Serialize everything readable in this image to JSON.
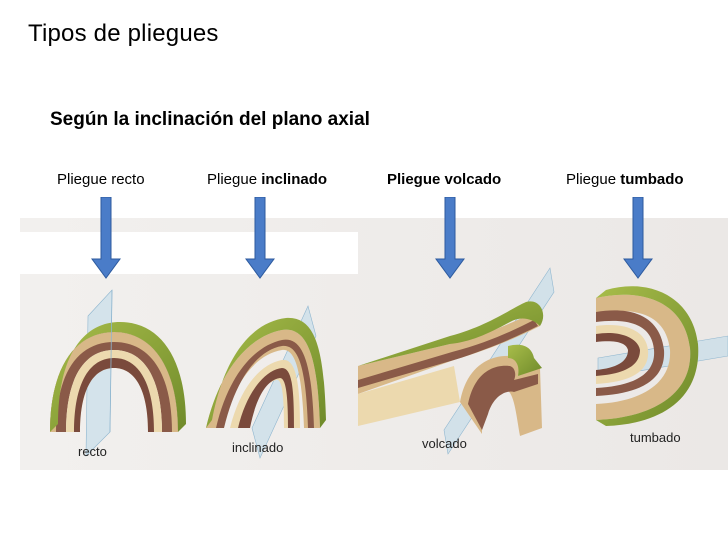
{
  "slide": {
    "title": "Tipos de pliegues",
    "subtitle": "Según la inclinación del plano axial"
  },
  "columns": [
    {
      "label_prefix": "Pliegue recto",
      "label_bold": "",
      "figure_label": "recto"
    },
    {
      "label_prefix": "Pliegue ",
      "label_bold": "inclinado",
      "figure_label": "inclinado"
    },
    {
      "label_prefix": "",
      "label_bold": "Pliegue volcado",
      "figure_label": "volcado"
    },
    {
      "label_prefix": "Pliegue ",
      "label_bold": "tumbado",
      "figure_label": "tumbado"
    }
  ],
  "colors": {
    "arrow": "#4a7cc8",
    "arrow_stroke": "#2d5a9e",
    "grass": "#8fa83a",
    "layer_brown": "#8a5a48",
    "layer_tan": "#d8b888",
    "layer_cream": "#ecd9ae",
    "axial_plane": "#bcd9ea"
  }
}
